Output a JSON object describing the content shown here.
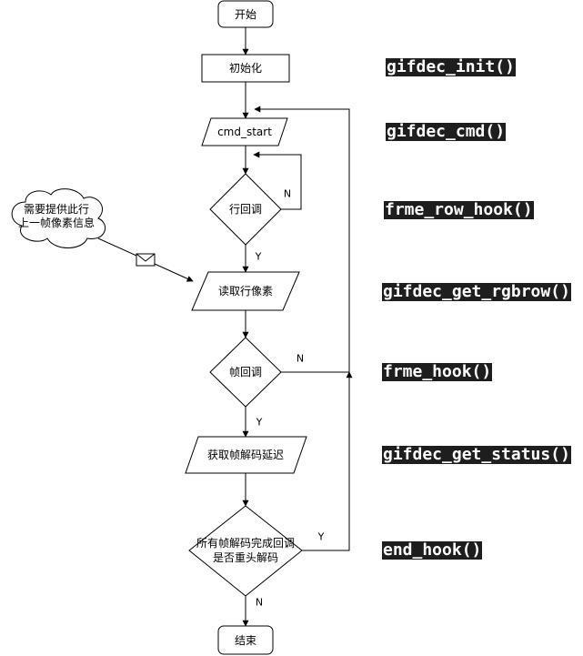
{
  "nodes": {
    "start": "开始",
    "init": "初始化",
    "cmd_start": "cmd_start",
    "row_callback": "行回调",
    "read_row": "读取行像素",
    "frame_callback": "帧回调",
    "get_delay": "获取帧解码延迟",
    "all_done_line1": "所有帧解码完成回调",
    "all_done_line2": "是否重头解码",
    "end": "结束",
    "cloud_line1": "需要提供此行",
    "cloud_line2": "上一帧像素信息"
  },
  "edges": {
    "row_no": "N",
    "row_yes": "Y",
    "frame_no": "N",
    "frame_yes": "Y",
    "done_yes": "Y",
    "done_no": "N"
  },
  "functions": {
    "init": "gifdec_init()",
    "cmd": "gifdec_cmd()",
    "row_hook": "frme_row_hook()",
    "get_rgbrow": "gifdec_get_rgbrow()",
    "frame_hook": "frme_hook()",
    "get_status": "gifdec_get_status()",
    "end_hook": "end_hook()"
  }
}
